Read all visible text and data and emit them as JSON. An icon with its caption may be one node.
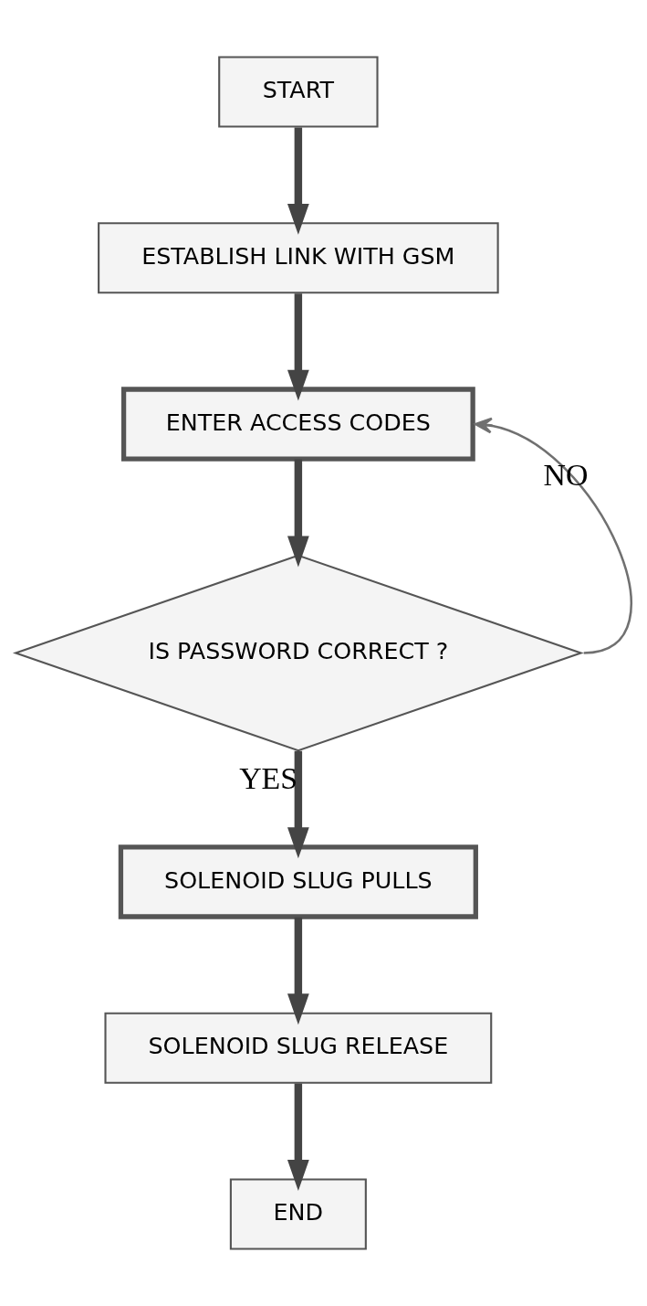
{
  "diagram": {
    "nodes": [
      {
        "text": [
          "START"
        ]
      },
      {
        "text": [
          "ESTABLISH LINK WITH GSM"
        ]
      },
      {
        "text": [
          "ENTER ACCESS CODES"
        ]
      },
      {
        "text": [
          "IS PASSWORD CORRECT ?"
        ]
      },
      {
        "text": [
          "SOLENOID SLUG PULLS"
        ]
      },
      {
        "text": [
          "SOLENOID SLUG RELEASE"
        ]
      },
      {
        "text": [
          "END"
        ]
      }
    ],
    "edges": [
      {
        "from": 0,
        "to": 1,
        "arrow": "to"
      },
      {
        "from": 1,
        "to": 2,
        "arrow": "to"
      },
      {
        "from": 2,
        "to": 3,
        "arrow": "to"
      },
      {
        "from": 3,
        "to": 2,
        "arrow": "to",
        "label": "NO",
        "color": "#707070"
      },
      {
        "from": 3,
        "to": 4,
        "arrow": "to",
        "label": "YES"
      },
      {
        "from": 4,
        "to": 5,
        "arrow": "to"
      },
      {
        "from": 5,
        "to": 6,
        "arrow": "to"
      }
    ]
  }
}
